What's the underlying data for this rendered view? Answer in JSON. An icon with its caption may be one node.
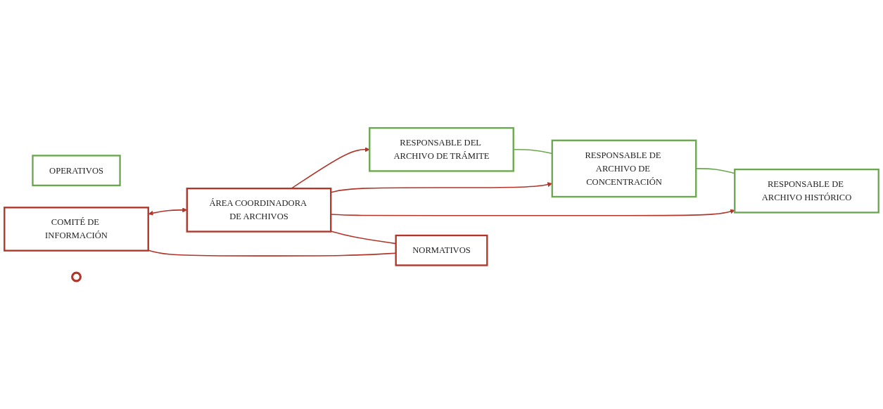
{
  "diagram": {
    "nodes": [
      {
        "text": [
          "OPERATIVOS"
        ]
      },
      {
        "text": [
          "RESPONSABLE DEL ARCHIVO DE TRÁMITE"
        ]
      },
      {
        "text": [
          "RESPONSABLE DE ARCHIVO DE CONCENTRACIÓN"
        ]
      },
      {
        "text": [
          "RESPONSABLE DE ARCHIVO HISTÓRICO"
        ]
      },
      {
        "text": [
          "COMITÉ DE INFORMACIÓN"
        ]
      },
      {
        "text": [],
        "shape": "circle"
      },
      {
        "text": [
          "ÁREA COORDINADORA DE ARCHIVOS"
        ]
      },
      {
        "text": [
          "NORMATIVOS"
        ]
      }
    ],
    "edges": [
      {
        "from": 1,
        "to": 2,
        "arrow": "none",
        "color": "#6aa84f"
      },
      {
        "from": 2,
        "to": 3,
        "arrow": "none",
        "color": "#6aa84f"
      },
      {
        "from": 4,
        "to": 6,
        "arrow": "both"
      },
      {
        "from": 6,
        "to": 1,
        "arrow": "to"
      },
      {
        "from": 6,
        "to": 2,
        "arrow": "to"
      },
      {
        "from": 6,
        "to": 3,
        "arrow": "to"
      },
      {
        "from": 4,
        "to": 7,
        "arrow": "none"
      },
      {
        "from": 6,
        "to": 7,
        "arrow": "none"
      }
    ]
  }
}
